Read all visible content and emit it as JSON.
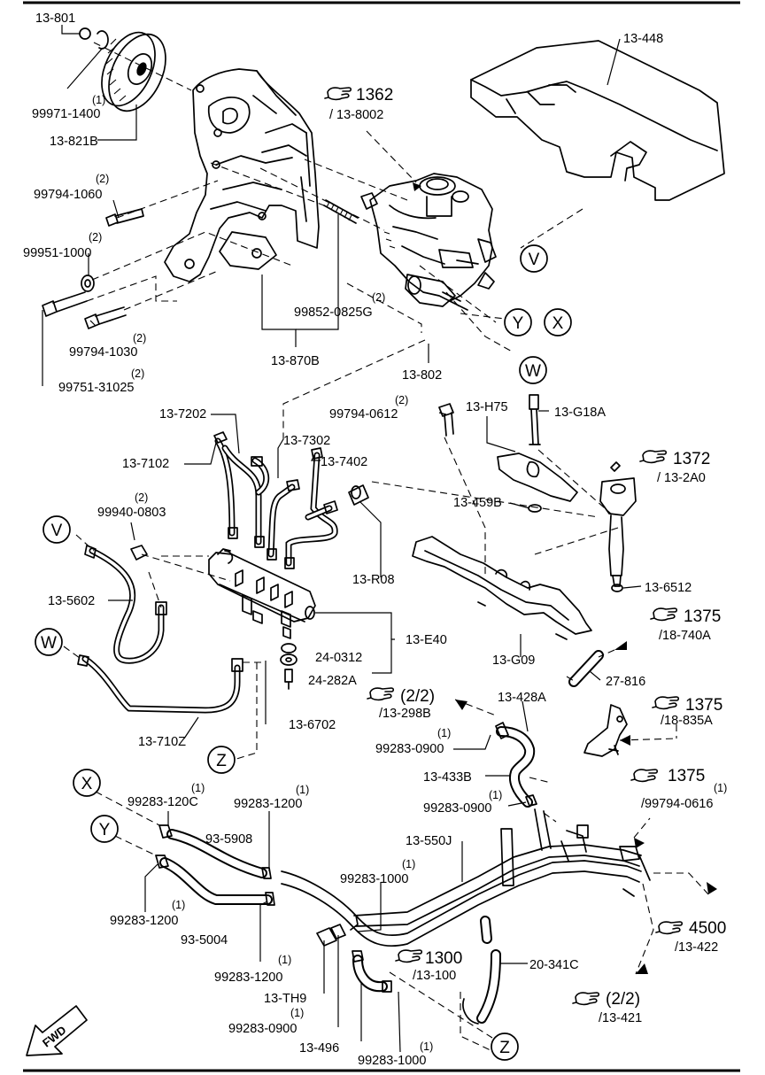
{
  "labels": {
    "l_13_801": "13-801",
    "l_99971_1400": "99971-1400",
    "l_13_821b": "13-821B",
    "l_99794_1060": "99794-1060",
    "l_99951_1000": "99951-1000",
    "l_99794_1030": "99794-1030",
    "l_99751_31025": "99751-31025",
    "l_13_448": "13-448",
    "l_ref_1362": "1362",
    "l_ref_13_8002": "/ 13-8002",
    "l_99852_0825g": "99852-0825G",
    "l_13_870b": "13-870B",
    "l_13_802": "13-802",
    "l_13_7202": "13-7202",
    "l_13_7302": "13-7302",
    "l_13_7102": "13-7102",
    "l_13_7402": "13-7402",
    "l_99940_0803": "99940-0803",
    "l_13_5602": "13-5602",
    "l_13_r08": "13-R08",
    "l_13_e40": "13-E40",
    "l_24_0312": "24-0312",
    "l_24_282a": "24-282A",
    "l_13_6702": "13-6702",
    "l_13_710z": "13-710Z",
    "l_99794_0612": "99794-0612",
    "l_13_h75": "13-H75",
    "l_13_g18a": "13-G18A",
    "l_ref_1372": "1372",
    "l_ref_13_2a0": "/ 13-2A0",
    "l_13_459b": "13-459B",
    "l_13_6512": "13-6512",
    "l_13_g09": "13-G09",
    "l_ref_1375_a": "1375",
    "l_ref_18_740a": "/18-740A",
    "l_27_816": "27-816",
    "l_ref_22_a": "(2/2)",
    "l_ref_13_298b": "/13-298B",
    "l_13_428a": "13-428A",
    "l_ref_1375_b": "1375",
    "l_ref_18_835a": "/18-835A",
    "l_99283_0900_a": "99283-0900",
    "l_13_433b": "13-433B",
    "l_99283_0900_b": "99283-0900",
    "l_ref_1375_c": "1375",
    "l_ref_99794_0616": "/99794-0616",
    "l_99283_1200_a": "99283-120C",
    "l_99283_1200_b": "99283-1200",
    "l_93_5908": "93-5908",
    "l_13_550j": "13-550J",
    "l_99283_1000_a": "99283-1000",
    "l_99283_1200_c": "99283-1200",
    "l_93_5004": "93-5004",
    "l_99283_1200_d": "99283-1200",
    "l_13_th9": "13-TH9",
    "l_99283_0900_c": "99283-0900",
    "l_13_496": "13-496",
    "l_99283_1000_b": "99283-1000",
    "l_ref_1300": "1300",
    "l_ref_13_100": "/13-100",
    "l_20_341c": "20-341C",
    "l_ref_4500": "4500",
    "l_ref_13_422": "/13-422",
    "l_ref_22_b": "(2/2)",
    "l_ref_13_421": "/13-421",
    "fwd": "FWD"
  },
  "quantities": {
    "q1": "(1)",
    "q2": "(2)"
  },
  "callouts": {
    "v": "V",
    "w": "W",
    "x": "X",
    "y": "Y",
    "z": "Z"
  }
}
